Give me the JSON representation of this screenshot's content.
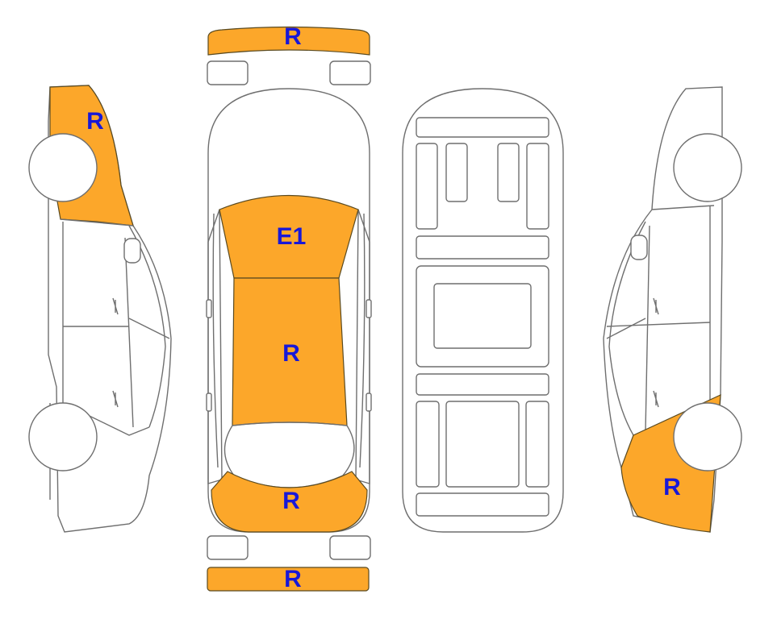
{
  "colors": {
    "damage_fill": "#FCA72A",
    "label_color": "#1818D8",
    "outline": "#6f6f6f",
    "background": "#ffffff"
  },
  "panels": {
    "front_bumper": {
      "code": "R"
    },
    "hood": {
      "code": "E1"
    },
    "roof": {
      "code": "R"
    },
    "trunk_lid": {
      "code": "R"
    },
    "rear_bumper": {
      "code": "R"
    },
    "left_front_fender": {
      "code": "R"
    },
    "right_rear_quarter": {
      "code": "R"
    }
  }
}
